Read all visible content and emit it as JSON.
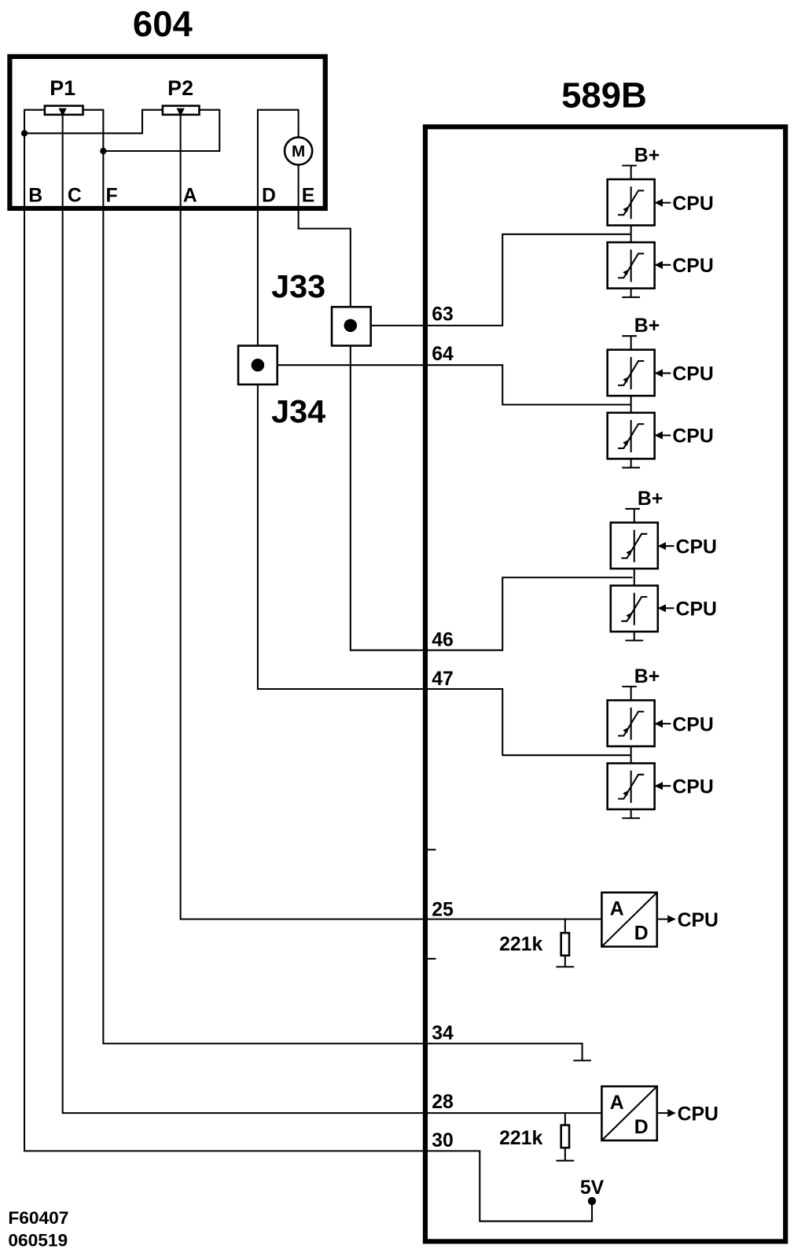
{
  "module_604": {
    "label": "604",
    "pot1": "P1",
    "pot2": "P2",
    "motor": "M",
    "pins": {
      "b": "B",
      "c": "C",
      "f": "F",
      "a": "A",
      "d": "D",
      "e": "E"
    }
  },
  "module_589b": {
    "label": "589B"
  },
  "connectors": {
    "j33": "J33",
    "j34": "J34"
  },
  "terminals": {
    "t63": "63",
    "t64": "64",
    "t46": "46",
    "t47": "47",
    "t25": "25",
    "t34": "34",
    "t28": "28",
    "t30": "30"
  },
  "output_stages": [
    {
      "supply": "B+",
      "cpu_high": "CPU",
      "cpu_low": "CPU"
    },
    {
      "supply": "B+",
      "cpu_high": "CPU",
      "cpu_low": "CPU"
    },
    {
      "supply": "B+",
      "cpu_high": "CPU",
      "cpu_low": "CPU"
    },
    {
      "supply": "B+",
      "cpu_high": "CPU",
      "cpu_low": "CPU"
    }
  ],
  "adc": [
    {
      "in": "A",
      "out": "D",
      "cpu": "CPU",
      "resistor": "221k"
    },
    {
      "in": "A",
      "out": "D",
      "cpu": "CPU",
      "resistor": "221k"
    }
  ],
  "reference_voltage": "5V",
  "footer": {
    "figure": "F60407",
    "date": "060519"
  }
}
